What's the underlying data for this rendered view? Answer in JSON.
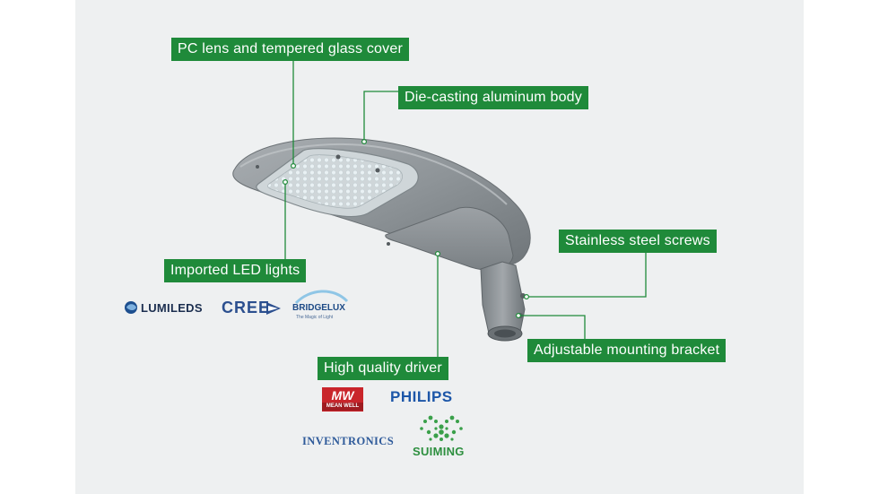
{
  "callouts": {
    "pc_lens": "PC lens and  tempered glass cover",
    "die_casting": "Die-casting aluminum body",
    "stainless": "Stainless steel screws",
    "imported_led": "Imported LED lights",
    "driver": "High quality  driver",
    "bracket": "Adjustable mounting bracket"
  },
  "led_brands": {
    "lumileds": "LUMILEDS",
    "cree": "CREE",
    "bridgelux": "BRIDGELUX",
    "bridgelux_tagline": "The Magic of Light"
  },
  "driver_brands": {
    "meanwell_mark": "MW",
    "meanwell": "MEAN WELL",
    "philips": "PHILIPS",
    "inventronics": "INVENTRONICS",
    "suiming": "SUIMING"
  },
  "colors": {
    "label_green": "#1f8a3a",
    "housing_gray": "#8e9498"
  }
}
